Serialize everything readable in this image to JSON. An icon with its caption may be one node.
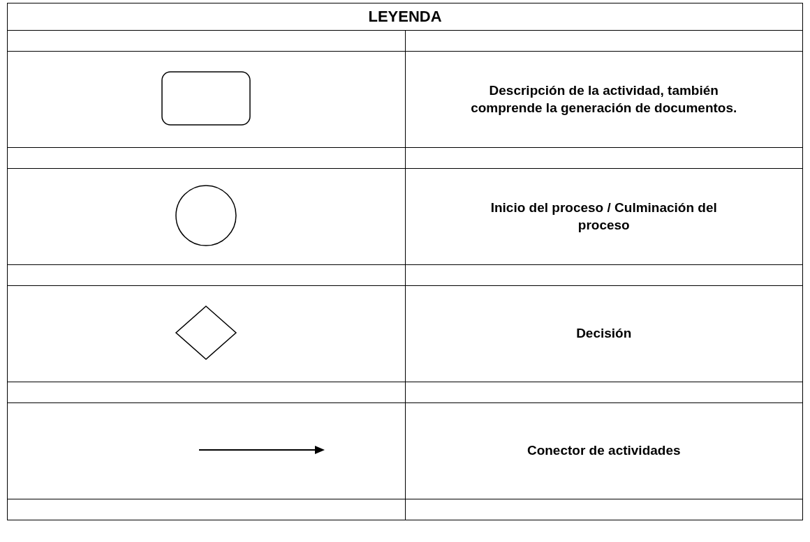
{
  "diagram": {
    "title": "LEYENDA",
    "legend": [
      {
        "text": "Descripción de la actividad, también comprende la generación de documentos."
      },
      {
        "text": "Inicio del proceso / Culminación del proceso"
      },
      {
        "text": "Decisión"
      },
      {
        "text": "Conector de actividades"
      }
    ]
  }
}
